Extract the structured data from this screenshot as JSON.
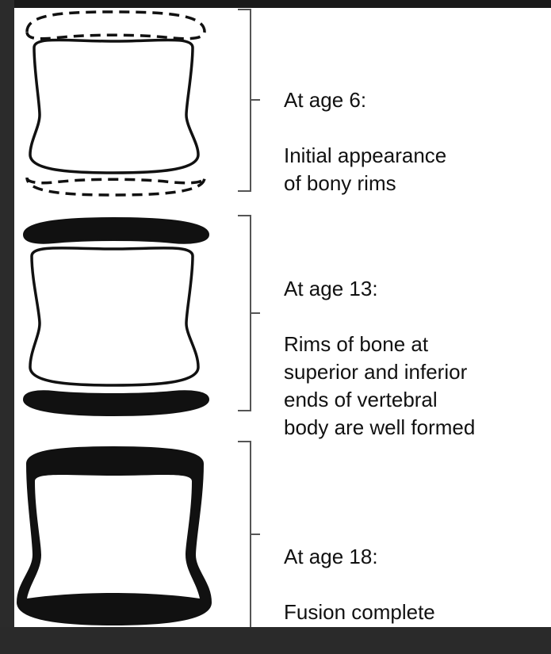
{
  "stages": [
    {
      "id": "age-6",
      "age_label": "At age 6:",
      "description": "Initial appearance\nof bony rims",
      "rim_state": "outlined-dashed"
    },
    {
      "id": "age-13",
      "age_label": "At age 13:",
      "description": "Rims of bone at\nsuperior and inferior\nends of vertebral\nbody are well formed",
      "rim_state": "separate-solid"
    },
    {
      "id": "age-18",
      "age_label": "At age 18:",
      "description": "Fusion complete",
      "rim_state": "fused"
    }
  ],
  "colors": {
    "ink": "#111111",
    "bracket": "#555555",
    "background": "#ffffff",
    "frame": "#2a2a2a"
  }
}
